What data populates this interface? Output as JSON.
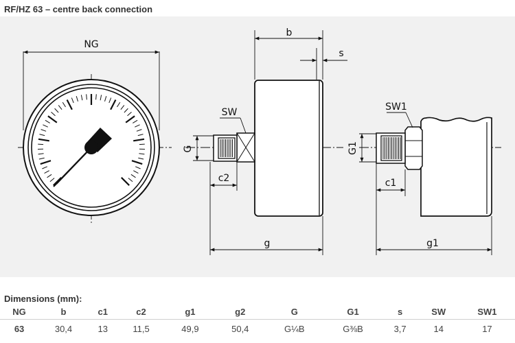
{
  "header": {
    "title": "RF/HZ 63 – centre back connection"
  },
  "drawing": {
    "labels": {
      "ng": "NG",
      "b": "b",
      "s": "s",
      "sw": "SW",
      "g_thread": "G",
      "c2": "c2",
      "g_length": "g",
      "sw1": "SW1",
      "g1_thread": "G1",
      "c1": "c1",
      "g1_length": "g1"
    }
  },
  "dimensions": {
    "title": "Dimensions (mm):",
    "headers": [
      "NG",
      "b",
      "c1",
      "c2",
      "g1",
      "g2",
      "G",
      "G1",
      "s",
      "SW",
      "SW1"
    ],
    "rows": [
      [
        "63",
        "30,4",
        "13",
        "11,5",
        "49,9",
        "50,4",
        "G¼B",
        "G⅜B",
        "3,7",
        "14",
        "17"
      ]
    ]
  },
  "colors": {
    "drawing_background": "#f1f1f1",
    "line": "#111111",
    "text": "#333333"
  }
}
